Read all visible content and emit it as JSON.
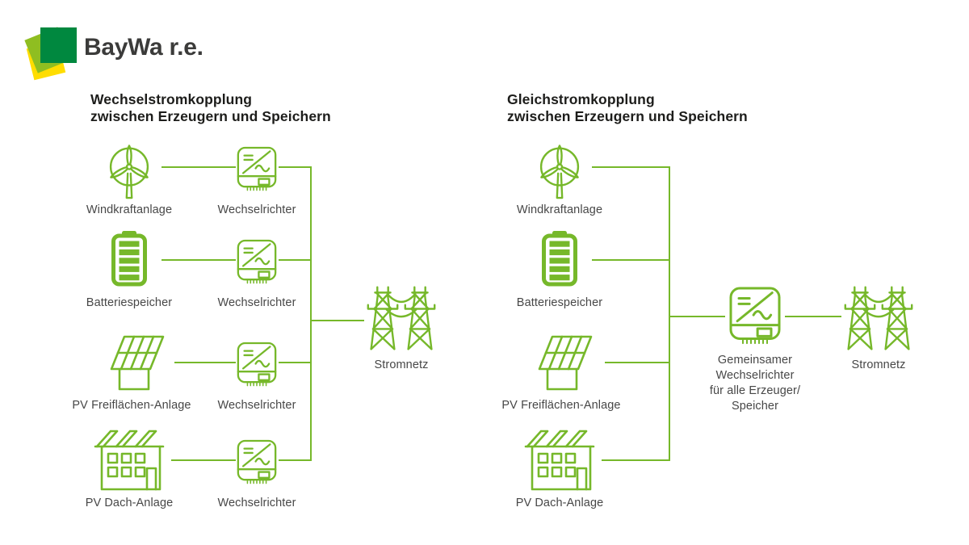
{
  "brand": {
    "logo_text": "BayWa r.e."
  },
  "colors": {
    "green": "#76B82A",
    "logo_dark_green": "#00883F",
    "logo_light_green": "#8FBE21",
    "logo_yellow": "#FFDD00",
    "heading_text": "#1D1D1B",
    "label_text": "#474747",
    "background": "#FFFFFF"
  },
  "left_panel": {
    "title_line1": "Wechselstromkopplung",
    "title_line2": "zwischen Erzeugern und Speichern",
    "rows": [
      {
        "source_label": "Windkraftanlage",
        "source_icon": "wind-turbine-icon",
        "converter_label": "Wechselrichter"
      },
      {
        "source_label": "Batteriespeicher",
        "source_icon": "battery-icon",
        "converter_label": "Wechselrichter"
      },
      {
        "source_label": "PV Freiflächen-Anlage",
        "source_icon": "pv-ground-mount-icon",
        "converter_label": "Wechselrichter"
      },
      {
        "source_label": "PV Dach-Anlage",
        "source_icon": "pv-rooftop-icon",
        "converter_label": "Wechselrichter"
      }
    ],
    "grid_label": "Stromnetz"
  },
  "right_panel": {
    "title_line1": "Gleichstromkopplung",
    "title_line2": "zwischen Erzeugern und Speichern",
    "rows": [
      {
        "source_label": "Windkraftanlage",
        "source_icon": "wind-turbine-icon"
      },
      {
        "source_label": "Batteriespeicher",
        "source_icon": "battery-icon"
      },
      {
        "source_label": "PV Freiflächen-Anlage",
        "source_icon": "pv-ground-mount-icon"
      },
      {
        "source_label": "PV Dach-Anlage",
        "source_icon": "pv-rooftop-icon"
      }
    ],
    "inverter_label_lines": [
      "Gemeinsamer",
      "Wechselrichter",
      "für alle Erzeuger/",
      "Speicher"
    ],
    "grid_label": "Stromnetz"
  }
}
